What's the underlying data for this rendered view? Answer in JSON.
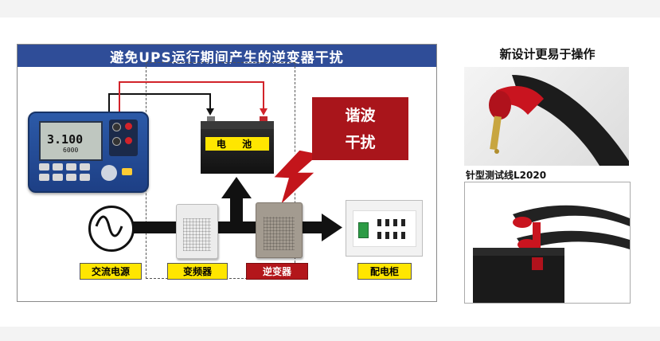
{
  "diagram": {
    "title": "避免UPS运行期间产生的逆变器干扰",
    "meter": {
      "reading": "3.100",
      "sub_reading": "6000"
    },
    "battery_label": "电 池",
    "harmonic_box": {
      "line1": "谐波",
      "line2": "干扰"
    },
    "tags": {
      "ac_source": "交流电源",
      "converter": "变频器",
      "inverter": "逆变器",
      "cabinet": "配电柜"
    },
    "colors": {
      "title_bar": "#2f4d98",
      "highlight_yellow": "#ffe600",
      "alert_red": "#a9151b",
      "probe_red": "#d2232a"
    }
  },
  "side": {
    "title": "新设计更易于操作",
    "probe_caption": "针型测试线L2020"
  }
}
